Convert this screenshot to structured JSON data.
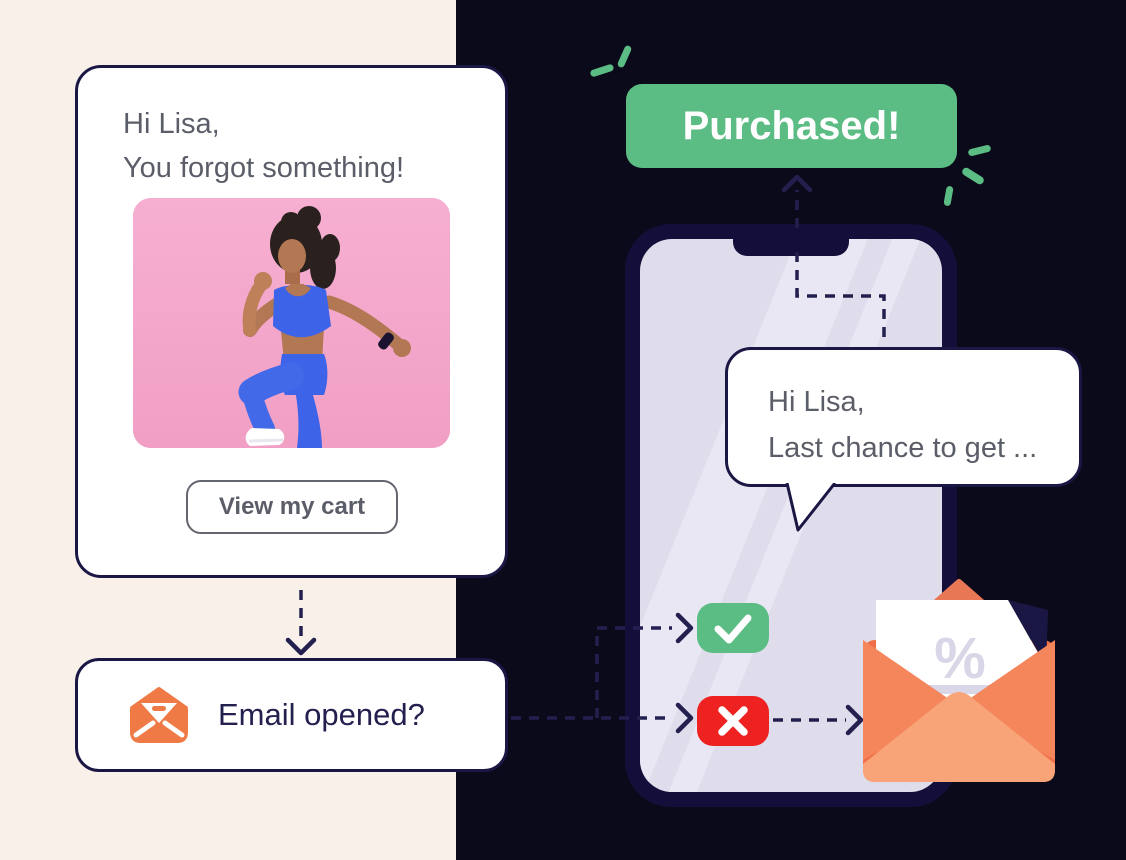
{
  "colors": {
    "cream_bg": "#F8F0E9",
    "dark_bg": "#0B0A1A",
    "navy": "#1B1745",
    "dashed_line": "#232050",
    "phone_frame": "#130F3A",
    "phone_screen": "#DFDDEC",
    "green": "#5BBC84",
    "red": "#EE2321",
    "orange": "#F07A45",
    "gray_text": "#5B5E68",
    "navy_text": "#23204F",
    "photo_pink": "#F4A7CB"
  },
  "abandoned_cart_email": {
    "greeting": "Hi Lisa,",
    "message": "You forgot something!",
    "cta_label": "View my cart",
    "photo": "woman-exercising-in-blue-activewear-on-pink-background"
  },
  "email_opened_step": {
    "label": "Email opened?",
    "icon": "open-email-icon"
  },
  "purchased_badge": {
    "label": "Purchased!"
  },
  "reminder_message": {
    "greeting": "Hi Lisa,",
    "message": "Last chance to get ..."
  },
  "outcomes": {
    "opened": "check-icon",
    "not_opened": "cross-icon"
  },
  "discount_email": {
    "symbol": "%",
    "icon": "open-envelope-with-discount-letter"
  }
}
